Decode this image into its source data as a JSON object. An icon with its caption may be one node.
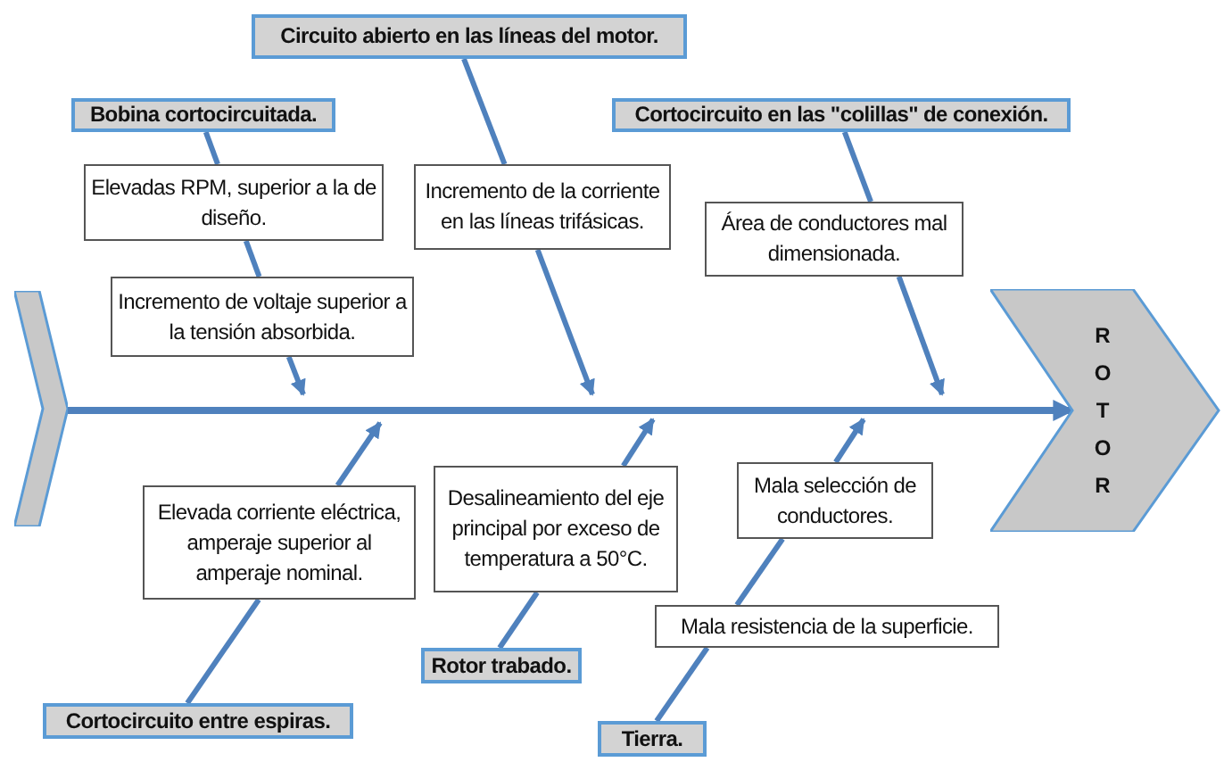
{
  "diagram": {
    "nodes": [
      {
        "text": [
          "Circuito abierto en las líneas del motor."
        ]
      },
      {
        "text": [
          "Bobina cortocircuitada."
        ]
      },
      {
        "text": [
          "Cortocircuito en las \"colillas\" de conexión."
        ]
      },
      {
        "text": [
          "Elevadas RPM, superior a la de diseño."
        ]
      },
      {
        "text": [
          "Incremento de la corriente en las líneas trifásicas."
        ]
      },
      {
        "text": [
          "Área de conductores mal dimensionada."
        ]
      },
      {
        "text": [
          "Incremento de voltaje superior a la tensión absorbida."
        ]
      },
      {
        "text": [],
        "shape": "chevron"
      },
      {
        "text": [
          "R O T O R"
        ]
      },
      {
        "text": [
          "Elevada corriente eléctrica, amperaje superior al amperaje nominal."
        ]
      },
      {
        "text": [
          "Desalineamiento del eje principal por exceso de temperatura a 50°C."
        ]
      },
      {
        "text": [
          "Mala selección de conductores."
        ]
      },
      {
        "text": [
          "Mala resistencia de la superficie."
        ]
      },
      {
        "text": [
          "Rotor trabado."
        ]
      },
      {
        "text": [
          "Cortocircuito entre espiras."
        ]
      },
      {
        "text": [
          "Tierra."
        ]
      }
    ],
    "edges": [
      {
        "from": 7,
        "to": 8,
        "arrow": "to"
      },
      {
        "from": 1,
        "to": 3,
        "arrow": "none"
      },
      {
        "from": 3,
        "to": 6,
        "arrow": "none"
      },
      {
        "from": 6,
        "to": null,
        "arrow": "to"
      },
      {
        "from": 0,
        "to": 4,
        "arrow": "none"
      },
      {
        "from": 4,
        "to": null,
        "arrow": "to"
      },
      {
        "from": 2,
        "to": 5,
        "arrow": "none"
      },
      {
        "from": 5,
        "to": null,
        "arrow": "to"
      },
      {
        "from": 14,
        "to": 9,
        "arrow": "none"
      },
      {
        "from": 9,
        "to": null,
        "arrow": "to"
      },
      {
        "from": 13,
        "to": 10,
        "arrow": "none"
      },
      {
        "from": 10,
        "to": null,
        "arrow": "to"
      },
      {
        "from": 15,
        "to": 12,
        "arrow": "none"
      },
      {
        "from": 12,
        "to": 11,
        "arrow": "none"
      },
      {
        "from": 11,
        "to": null,
        "arrow": "to"
      }
    ]
  }
}
